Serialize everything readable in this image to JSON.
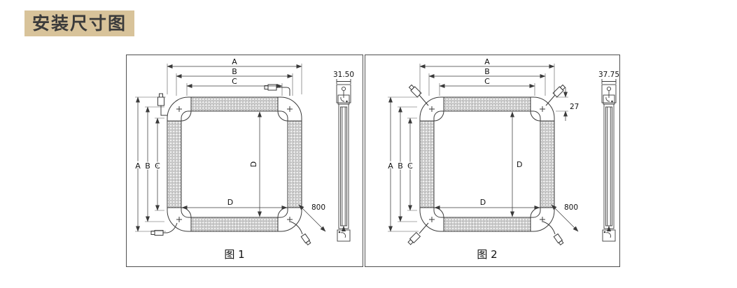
{
  "title": "安装尺寸图",
  "colors": {
    "title_bg": "#d8c39a",
    "panel_border": "#4f4f4f",
    "line": "#3a3a3a",
    "hatch_dot": "#8a8a8a"
  },
  "figures": [
    {
      "label": "图 1",
      "top_dims": [
        "A",
        "B",
        "C"
      ],
      "left_dims": [
        "A",
        "B",
        "C"
      ],
      "inner_vertical_dim": "D",
      "inner_horizontal_dim": "D",
      "cable_dim": "800",
      "profile_width_dim": "31.50"
    },
    {
      "label": "图 2",
      "top_dims": [
        "A",
        "B",
        "C"
      ],
      "left_dims": [
        "A",
        "B",
        "C"
      ],
      "inner_vertical_dim": "D",
      "inner_horizontal_dim": "D",
      "strip_thickness_dim": "27",
      "cable_dim": "800",
      "profile_width_dim": "37.75"
    }
  ]
}
